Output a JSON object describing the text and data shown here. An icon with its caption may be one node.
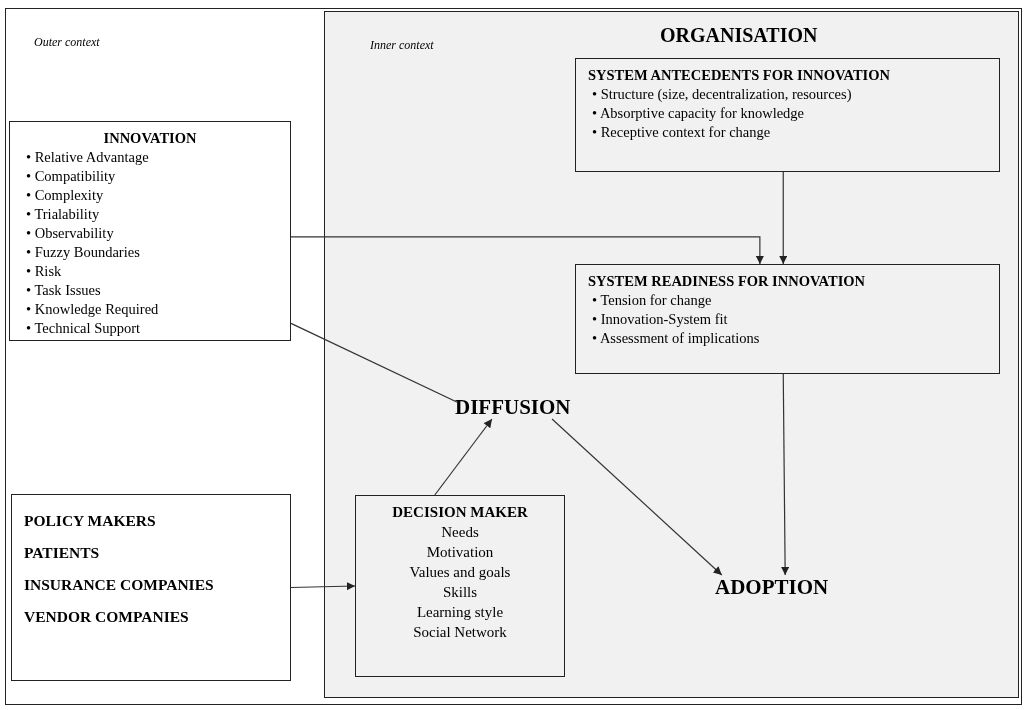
{
  "diagram": {
    "nodes": [
      {
        "text": [
          "Outer context"
        ]
      },
      {
        "text": [
          "Inner context",
          "ORGANISATION"
        ],
        "in": 0
      },
      {
        "text": [
          "SYSTEM ANTECEDENTS FOR INNOVATION",
          "• Structure (size, decentralization, resources)",
          "• Absorptive capacity for knowledge",
          "• Receptive context for change"
        ],
        "in": 1
      },
      {
        "text": [
          "INNOVATION",
          "• Relative Advantage",
          "• Compatibility",
          "• Complexity",
          "• Trialability",
          "• Observability",
          "• Fuzzy Boundaries",
          "• Risk",
          "• Task Issues",
          "• Knowledge Required",
          "• Technical Support"
        ],
        "in": 0
      },
      {
        "text": [
          "SYSTEM READINESS FOR INNOVATION",
          "• Tension for change",
          "• Innovation-System fit",
          "• Assessment of implications"
        ],
        "in": 1
      },
      {
        "text": [
          "DIFFUSION"
        ],
        "in": 1
      },
      {
        "text": [
          "POLICY MAKERS",
          "PATIENTS",
          "INSURANCE COMPANIES",
          "VENDOR COMPANIES"
        ],
        "in": 0
      },
      {
        "text": [
          "DECISION MAKER",
          "Needs",
          "Motivation",
          "Values and goals",
          "Skills",
          "Learning style",
          "Social Network"
        ],
        "in": 1
      },
      {
        "text": [
          "ADOPTION"
        ],
        "in": 1
      }
    ],
    "edges": [
      {
        "from": 3,
        "to": 4,
        "arrow": "to"
      },
      {
        "from": 2,
        "to": 4,
        "arrow": "to"
      },
      {
        "from": 3,
        "to": 5,
        "arrow": "none"
      },
      {
        "from": 7,
        "to": 5,
        "arrow": "to"
      },
      {
        "from": 5,
        "to": 8,
        "arrow": "to"
      },
      {
        "from": 4,
        "to": 8,
        "arrow": "to"
      },
      {
        "from": 6,
        "to": 7,
        "arrow": "to"
      }
    ]
  }
}
